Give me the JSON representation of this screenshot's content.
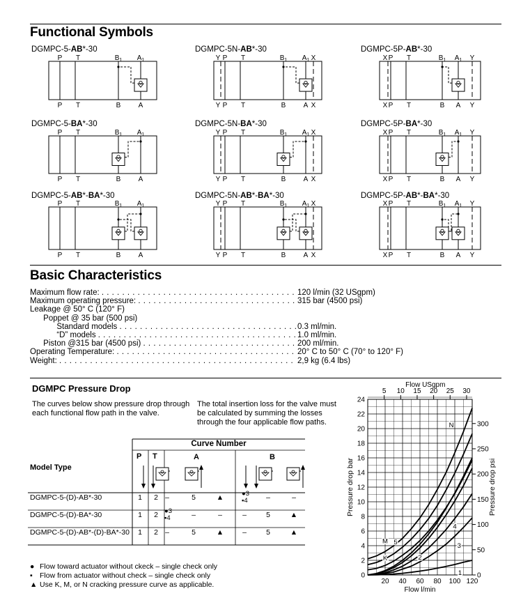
{
  "functional": {
    "title": "Functional Symbols",
    "valves": [
      {
        "pre": "DGMPC-5-",
        "b1": "AB",
        "suf": "*-30",
        "b2": "",
        "suf2": "",
        "top": "P    T",
        "bot": "P    T"
      },
      {
        "pre": "DGMPC-5N-",
        "b1": "AB",
        "suf": "*-30",
        "b2": "",
        "suf2": ""
      },
      {
        "pre": "DGMPC-5P-",
        "b1": "AB",
        "suf": "*-30",
        "b2": "",
        "suf2": ""
      },
      {
        "pre": "DGMPC-5-",
        "b1": "BA",
        "suf": "*-30",
        "b2": "",
        "suf2": ""
      },
      {
        "pre": "DGMPC-5N-",
        "b1": "BA",
        "suf": "*-30",
        "b2": "",
        "suf2": ""
      },
      {
        "pre": "DGMPC-5P-",
        "b1": "BA",
        "suf": "*-30",
        "b2": "",
        "suf2": ""
      },
      {
        "pre": "DGMPC-5-",
        "b1": "AB",
        "suf": "*-",
        "b2": "BA",
        "suf2": "*-30"
      },
      {
        "pre": "DGMPC-5N-",
        "b1": "AB",
        "suf": "*-",
        "b2": "BA",
        "suf2": "*-30"
      },
      {
        "pre": "DGMPC-5P-",
        "b1": "AB",
        "suf": "*-",
        "b2": "BA",
        "suf2": "*-30"
      }
    ],
    "ports": {
      "P": "P",
      "T": "T",
      "B": "B",
      "A": "A",
      "X": "X",
      "Y": "Y",
      "B1": "B",
      "A1": "A",
      "sub": "1"
    }
  },
  "basic": {
    "title": "Basic Characteristics",
    "rows": [
      {
        "label": "Maximum flow rate: ",
        "dots": ". . . . . . . . . . . . . . . . . . . . . . . . . . . . . . . . . . . . . . . . . . . . . . . . . . . ",
        "value": "120 l/min (32 USgpm)"
      },
      {
        "label": "Maximum operating pressure: ",
        "dots": ". . . . . . . . . . . . . . . . . . . . . . . . . . . . . . . . . . . . . . . . ",
        "value": "315 bar (4500 psi)"
      },
      {
        "label": "Leakage @ 50° C (120° F)",
        "dots": "",
        "value": ""
      },
      {
        "label": "      Poppet @ 35 bar (500 psi)",
        "dots": "",
        "value": ""
      },
      {
        "label": "            Standard models ",
        "dots": ". . . . . . . . . . . . . . . . . . . . . . . . . . . . . . . . . . . . . . . . . . . . . . . . ",
        "value": "0.3 ml/min."
      },
      {
        "label": "            “D” models ",
        "dots": ". . . . . . . . . . . . . . . . . . . . . . . . . . . . . . . . . . . . . . . . . . . . . . . . . . . . . . .",
        "value": "1.0 ml/min."
      },
      {
        "label": "      Piston @315 bar (4500 psi) ",
        "dots": ". . . . . . . . . . . . . . . . . . . . . . . . . . . . . . . . . . . . . . . . . . .",
        "value": "200 ml/min."
      },
      {
        "label": "Operating Temperature: ",
        "dots": ". . . . . . . . . . . . . . . . . . . . . . . . . . . . . . . . . . . . . . . . . . . . . . . .",
        "value": "20° C to 50° C  (70° to 120° F)"
      },
      {
        "label": "Weight: ",
        "dots": ". . . . . . . . . . . . . . . . . . . . . . . . . . . . . . . . . . . . . . . . . . . . . . . . . . . . . . . . . . . . . . . . . ",
        "value": "2,9 kg (6.4 lbs)"
      }
    ]
  },
  "pressure_drop": {
    "title": "DGMPC Pressure Drop",
    "para1": "The curves below show pressure drop through each functional flow path in the valve.",
    "para2": "The total insertion loss for the valve must be calculated by summing the losses through the four applicable flow paths.",
    "table": {
      "curve_number": "Curve Number",
      "model_type": "Model Type",
      "P": "P",
      "T": "T",
      "A": "A",
      "B": "B",
      "rows": [
        {
          "model": "DGMPC-5-(D)-AB*-30",
          "p": "1",
          "t": "2",
          "c1": "–",
          "c2": "5",
          "c3": "▲",
          "c4a": "●3",
          "c4b": "▪4",
          "c5": "–",
          "c6": "–",
          "c1b": ""
        },
        {
          "model": "DGMPC-5-(D)-BA*-30",
          "p": "1",
          "t": "2",
          "c1": "●3",
          "c1b": "▪4",
          "c2": "–",
          "c3": "–",
          "c4a": "–",
          "c4b": "",
          "c5": "5",
          "c6": "▲"
        },
        {
          "model": "DGMPC-5-(D)-AB*-(D)-BA*-30",
          "p": "1",
          "t": "2",
          "c1": "–",
          "c1b": "",
          "c2": "5",
          "c3": "▲",
          "c4a": "–",
          "c4b": "",
          "c5": "5",
          "c6": "▲"
        }
      ]
    },
    "legend": [
      {
        "sym": "●",
        "text": "Flow toward actuator without ckeck – single check only"
      },
      {
        "sym": "▪",
        "text": "Flow from actuator without check – single check only"
      },
      {
        "sym": "▲",
        "text": "Use K, M, or N cracking pressure curve as applicable."
      }
    ]
  },
  "chart_data": {
    "type": "line",
    "xlabel": "Flow l/min",
    "x2label": "Flow USgpm",
    "ylabel": "Pressure drop bar",
    "y2label": "Pressure drop psi",
    "xlim": [
      0,
      120
    ],
    "ylim": [
      0,
      24
    ],
    "xticks": [
      20,
      40,
      60,
      80,
      100,
      120
    ],
    "yticks": [
      0,
      2,
      4,
      6,
      8,
      10,
      12,
      14,
      16,
      18,
      20,
      22,
      24
    ],
    "x2ticks": [
      5,
      10,
      15,
      20,
      25,
      30
    ],
    "y2ticks": [
      0,
      50,
      100,
      150,
      200,
      250,
      300
    ],
    "grid": true,
    "series": [
      {
        "name": "N",
        "x": [
          0,
          10,
          20,
          30,
          40,
          50,
          60,
          70,
          80,
          90,
          100,
          110,
          120
        ],
        "y": [
          2.2,
          2.6,
          3.2,
          4.0,
          5.0,
          6.3,
          7.8,
          9.6,
          11.7,
          14.0,
          16.7,
          19.6,
          22.8
        ]
      },
      {
        "name": "M",
        "x": [
          0,
          10,
          20,
          30,
          40,
          50,
          60,
          70,
          80,
          90,
          100,
          110,
          120
        ],
        "y": [
          1.4,
          1.7,
          2.2,
          2.9,
          3.8,
          4.9,
          6.2,
          7.7,
          9.5,
          11.6,
          13.9,
          16.5,
          19.3
        ]
      },
      {
        "name": "K",
        "x": [
          0,
          10,
          20,
          30,
          40,
          50,
          60,
          70,
          80,
          90,
          100,
          110,
          120
        ],
        "y": [
          0.7,
          0.9,
          1.3,
          1.9,
          2.7,
          3.6,
          4.7,
          6.0,
          7.5,
          9.2,
          11.1,
          13.3,
          15.7
        ]
      },
      {
        "name": "5",
        "x": [
          0,
          10,
          20,
          30,
          40,
          50,
          60,
          70,
          80,
          90,
          100,
          110,
          120
        ],
        "y": [
          0,
          0.2,
          0.6,
          1.2,
          2.0,
          3.0,
          4.2,
          5.6,
          7.2,
          9.1,
          11.2,
          13.5,
          16.0
        ]
      },
      {
        "name": "4",
        "x": [
          0,
          10,
          20,
          30,
          40,
          50,
          60,
          70,
          80,
          90,
          100,
          110,
          120
        ],
        "y": [
          0,
          0.15,
          0.5,
          1.0,
          1.7,
          2.6,
          3.7,
          5.0,
          6.5,
          8.2,
          10.1,
          12.2,
          14.6
        ]
      },
      {
        "name": "3",
        "x": [
          0,
          10,
          20,
          30,
          40,
          50,
          60,
          70,
          80,
          90,
          100,
          110,
          120
        ],
        "y": [
          0,
          0.1,
          0.3,
          0.7,
          1.2,
          1.9,
          2.7,
          3.7,
          4.9,
          6.2,
          7.7,
          9.3,
          11.1
        ]
      },
      {
        "name": "2",
        "x": [
          0,
          10,
          20,
          30,
          40,
          50,
          60,
          70,
          80,
          90,
          100,
          110,
          120
        ],
        "y": [
          0,
          0.05,
          0.2,
          0.4,
          0.8,
          1.2,
          1.8,
          2.5,
          3.3,
          4.2,
          5.3,
          6.5,
          7.8
        ]
      },
      {
        "name": "1",
        "x": [
          0,
          10,
          20,
          30,
          40,
          50,
          60,
          70,
          80,
          90,
          100,
          110,
          120
        ],
        "y": [
          0,
          0.02,
          0.06,
          0.13,
          0.23,
          0.36,
          0.52,
          0.7,
          0.92,
          1.16,
          1.43,
          1.73,
          2.0
        ]
      }
    ]
  }
}
